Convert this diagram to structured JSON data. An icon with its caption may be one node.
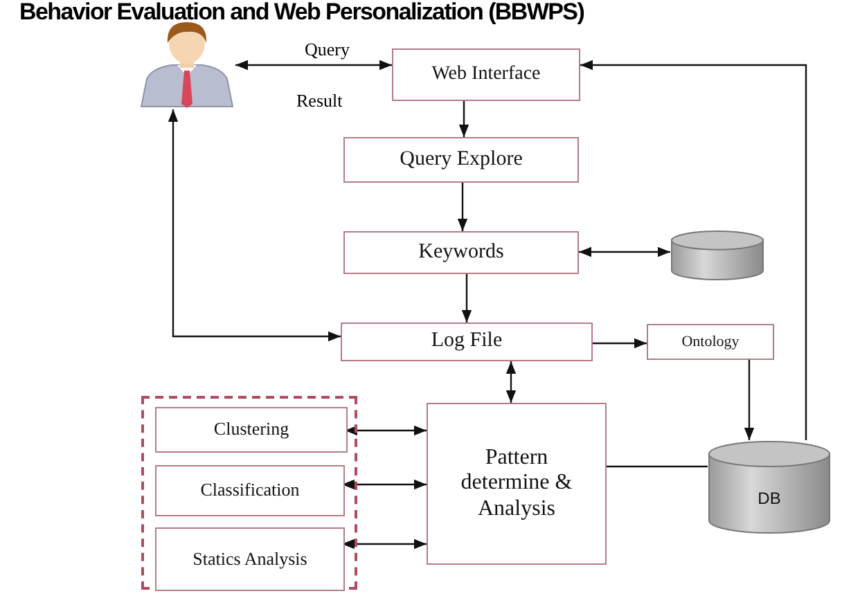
{
  "diagram": {
    "title": "Behavior Evaluation and Web Personalization (BBWPS)",
    "nodes": [
      {
        "text": [],
        "shape": "person"
      },
      {
        "text": [
          "Web Interface"
        ]
      },
      {
        "text": [
          "Query Explore"
        ]
      },
      {
        "text": [
          "Keywords"
        ]
      },
      {
        "text": [],
        "shape": "cylinder"
      },
      {
        "text": [
          "Log File"
        ]
      },
      {
        "text": [
          "Ontology"
        ]
      },
      {
        "text": [],
        "shape": "box"
      },
      {
        "text": [
          "Clustering"
        ],
        "in": 7
      },
      {
        "text": [
          "Classification"
        ],
        "in": 7
      },
      {
        "text": [
          "Statics Analysis"
        ],
        "in": 7
      },
      {
        "text": [
          "Pattern determine & Analysis"
        ]
      },
      {
        "text": [
          "DB"
        ]
      }
    ],
    "edges": [
      {
        "from": 0,
        "to": 1,
        "arrow": "both",
        "label": "Query"
      },
      {
        "from": 1,
        "to": 2,
        "arrow": "to"
      },
      {
        "from": 2,
        "to": 3,
        "arrow": "to"
      },
      {
        "from": 3,
        "to": 4,
        "arrow": "both"
      },
      {
        "from": 3,
        "to": 5,
        "arrow": "to"
      },
      {
        "from": 5,
        "to": 0,
        "arrow": "both"
      },
      {
        "from": 5,
        "to": 6,
        "arrow": "to"
      },
      {
        "from": 11,
        "to": 5,
        "arrow": "both"
      },
      {
        "from": 6,
        "to": 12,
        "arrow": "to"
      },
      {
        "from": 12,
        "to": 1,
        "arrow": "to"
      },
      {
        "from": 11,
        "to": 12,
        "arrow": "none"
      },
      {
        "from": 8,
        "to": 11,
        "arrow": "both"
      },
      {
        "from": 9,
        "to": 11,
        "arrow": "both"
      },
      {
        "from": 10,
        "to": 11,
        "arrow": "both"
      }
    ],
    "labels": [
      "Result"
    ]
  }
}
